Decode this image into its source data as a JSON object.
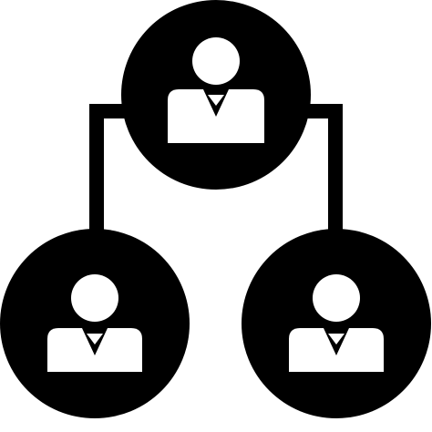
{
  "icon": {
    "name": "organization-hierarchy-icon",
    "foreground": "#000000",
    "background": "#ffffff",
    "nodes": [
      "top-person",
      "bottom-left-person",
      "bottom-right-person"
    ]
  }
}
